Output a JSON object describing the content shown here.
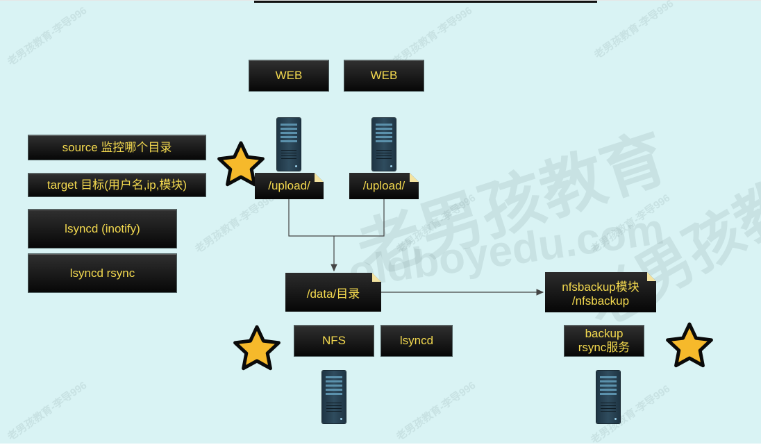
{
  "left_labels": {
    "source": "source 监控哪个目录",
    "target": "target 目标(用户名,ip,模块)",
    "lsyncd_inotify": "lsyncd (inotify)",
    "lsyncd_rsync": "lsyncd rsync"
  },
  "web_servers": [
    {
      "label": "WEB",
      "dir": "/upload/"
    },
    {
      "label": "WEB",
      "dir": "/upload/"
    }
  ],
  "nfs": {
    "dir": "/data/目录",
    "label": "NFS",
    "service": "lsyncd"
  },
  "backup": {
    "module": "nfsbackup模块\n/nfsbackup",
    "label": "backup\nrsync服务"
  },
  "watermark": {
    "brand": "老男孩教育",
    "site": "oldboyedu.com",
    "tag": "老男孩教育-李导996"
  },
  "colors": {
    "background": "#d9f3f4",
    "box_fill": "#111111",
    "text": "#f3d94f",
    "star": "#f6b92b",
    "server": "#2a4456"
  }
}
